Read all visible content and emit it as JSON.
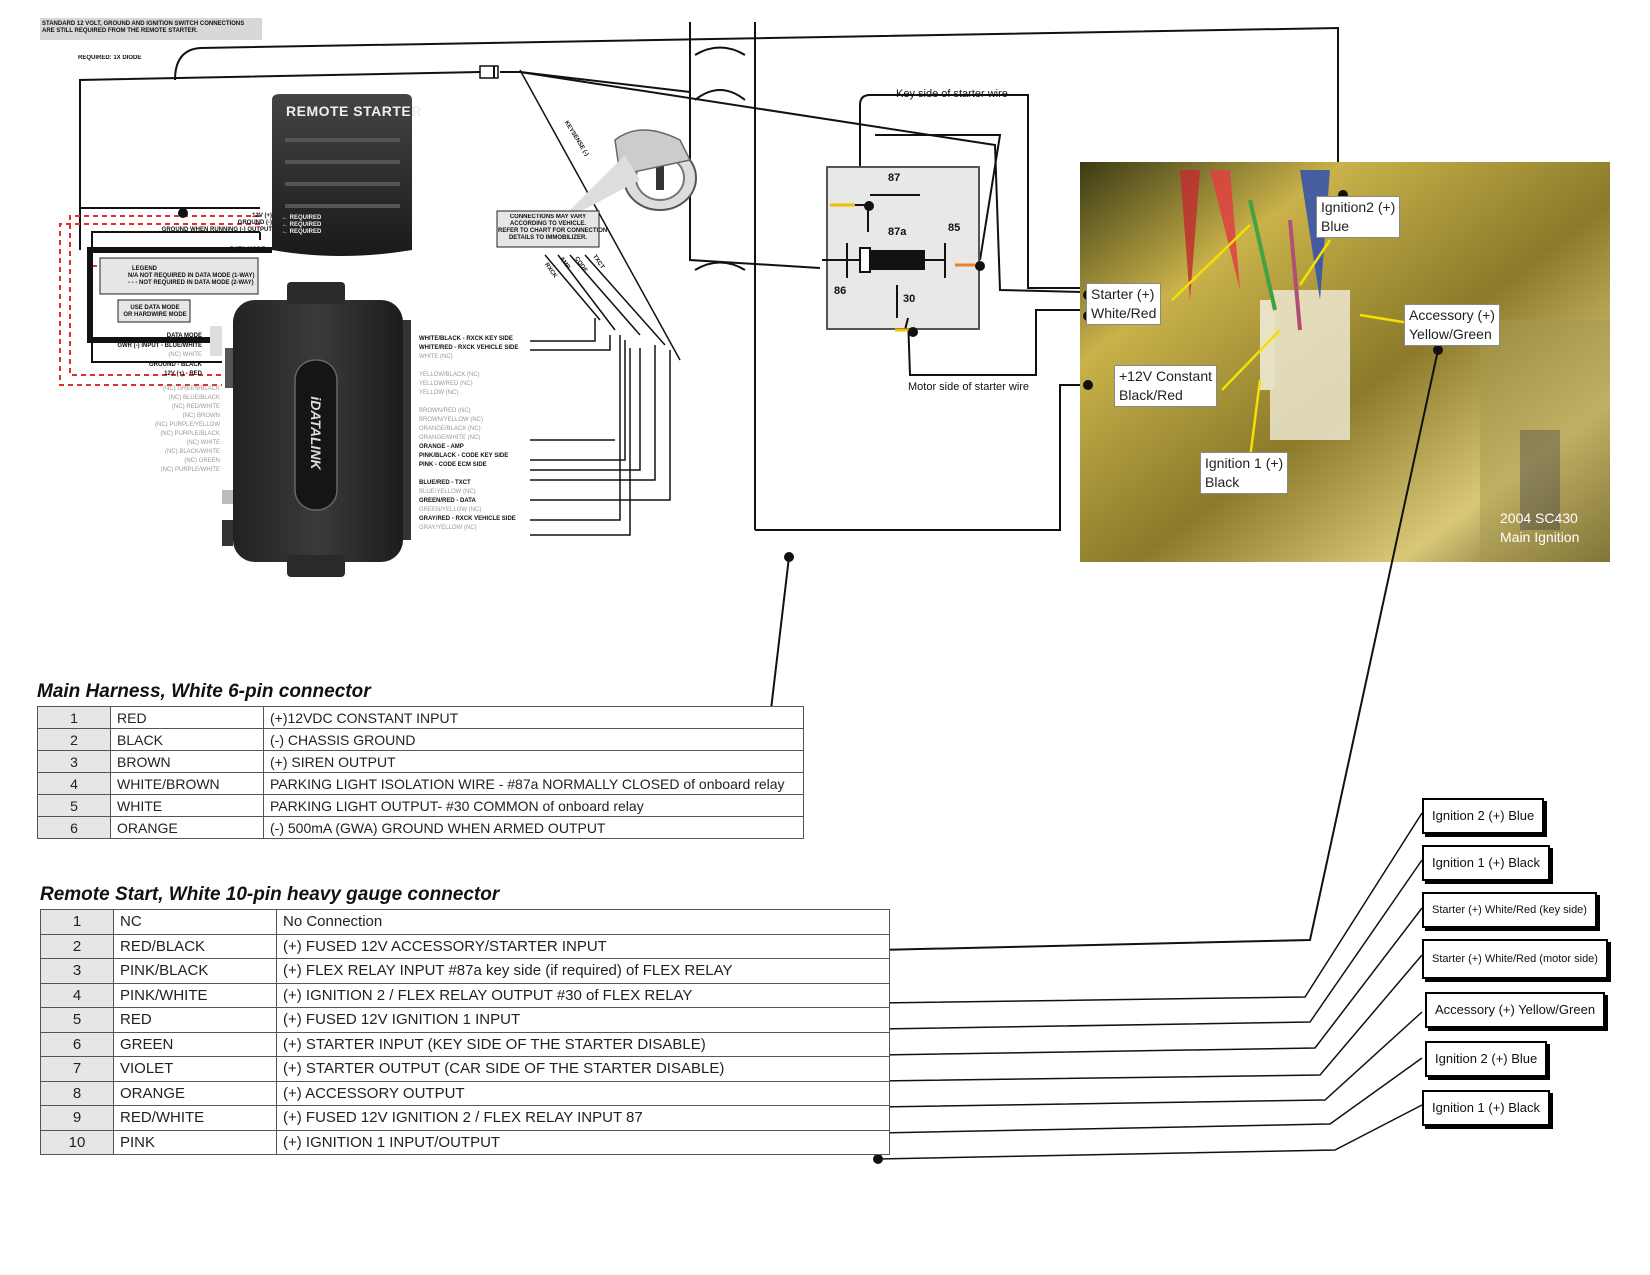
{
  "header_note": [
    "STANDARD 12 VOLT, GROUND AND IGNITION SWITCH CONNECTIONS",
    "ARE STILL REQUIRED FROM THE REMOTE STARTER."
  ],
  "diode_note": "REQUIRED: 1X DIODE",
  "remote_starter_label": "REMOTE STARTER",
  "remote_starter_wires": [
    {
      "label": "12V (+)",
      "req": "REQUIRED"
    },
    {
      "label": "GROUND (-)",
      "req": "REQUIRED"
    },
    {
      "label": "GROUND WHEN RUNNING (-) OUTPUT",
      "req": "REQUIRED"
    }
  ],
  "data_mode_label": "DATA MODE",
  "legend": {
    "title": "LEGEND",
    "na_prefix": "N/A",
    "row1": "NOT REQUIRED IN DATA MODE (1-WAY)",
    "row2": "NOT REQUIRED IN DATA MODE (2-WAY)"
  },
  "use_data_mode": [
    "USE DATA MODE",
    "OR HARDWIRE MODE"
  ],
  "module_brand": "iDATALINK",
  "module_left_wires": [
    "DATA MODE",
    "GWR (-) INPUT - BLUE/WHITE",
    "(NC) WHITE",
    "GROUND - BLACK",
    "12V (+) - RED"
  ],
  "module_left_nc": [
    "(NC) GREEN/BLACK",
    "(NC) BLUE/BLACK",
    "(NC) RED/WHITE",
    "(NC) BROWN",
    "(NC) PURPLE/YELLOW",
    "(NC) PURPLE/BLACK",
    "(NC) WHITE",
    "(NC) BLACK/WHITE",
    "(NC) GREEN",
    "(NC) PURPLE/WHITE"
  ],
  "module_right_wires": [
    {
      "t": "WHITE/BLACK - RXCK KEY SIDE",
      "bold": true
    },
    {
      "t": "WHITE/RED - RXCK VEHICLE SIDE",
      "bold": true
    },
    {
      "t": "WHITE (NC)",
      "bold": false
    },
    {
      "t": "",
      "bold": false
    },
    {
      "t": "YELLOW/BLACK (NC)",
      "bold": false
    },
    {
      "t": "YELLOW/RED (NC)",
      "bold": false
    },
    {
      "t": "YELLOW (NC)",
      "bold": false
    },
    {
      "t": "",
      "bold": false
    },
    {
      "t": "BROWN/RED (NC)",
      "bold": false
    },
    {
      "t": "BROWN/YELLOW (NC)",
      "bold": false
    },
    {
      "t": "ORANGE/BLACK (NC)",
      "bold": false
    },
    {
      "t": "ORANGE/WHITE (NC)",
      "bold": false
    },
    {
      "t": "ORANGE - AMP",
      "bold": true
    },
    {
      "t": "PINK/BLACK - CODE KEY SIDE",
      "bold": true
    },
    {
      "t": "PINK - CODE ECM SIDE",
      "bold": true
    },
    {
      "t": "",
      "bold": false
    },
    {
      "t": "BLUE/RED - TXCT",
      "bold": true
    },
    {
      "t": "BLUE/YELLOW (NC)",
      "bold": false
    },
    {
      "t": "GREEN/RED - DATA",
      "bold": true
    },
    {
      "t": "GREEN/YELLOW (NC)",
      "bold": false
    },
    {
      "t": "GRAY/RED - RXCK VEHICLE SIDE",
      "bold": true
    },
    {
      "t": "GRAY/YELLOW (NC)",
      "bold": false
    }
  ],
  "keysense_label": "KEYSENSE (-)",
  "connections_note": [
    "CONNECTIONS MAY VARY",
    "ACCORDING TO VEHICLE.",
    "REFER TO CHART FOR CONNECTION",
    "DETAILS TO IMMOBILIZER."
  ],
  "immobilizer_labels": [
    "RXCK",
    "AMP",
    "CODE",
    "TXCT"
  ],
  "relay": {
    "top_label": "Key side of starter wire",
    "bottom_label": "Motor side of starter wire",
    "pins": [
      "87",
      "87a",
      "85",
      "86",
      "30"
    ]
  },
  "photo_callouts": [
    {
      "name": "ignition2-blue",
      "lines": [
        "Ignition2 (+)",
        "Blue"
      ]
    },
    {
      "name": "starter-white-red",
      "lines": [
        "Starter (+)",
        "White/Red"
      ]
    },
    {
      "name": "accessory-yellow-green",
      "lines": [
        "Accessory (+)",
        "Yellow/Green"
      ]
    },
    {
      "name": "constant-black-red",
      "lines": [
        "+12V Constant",
        "Black/Red"
      ]
    },
    {
      "name": "ignition1-black",
      "lines": [
        "Ignition 1 (+)",
        "Black"
      ]
    },
    {
      "name": "photo-caption",
      "lines": [
        "2004 SC430",
        "Main Ignition"
      ]
    }
  ],
  "main_harness": {
    "title": "Main Harness, White 6-pin connector",
    "rows": [
      [
        "1",
        "RED",
        "(+)12VDC CONSTANT INPUT"
      ],
      [
        "2",
        "BLACK",
        "(-) CHASSIS GROUND"
      ],
      [
        "3",
        "BROWN",
        "(+) SIREN OUTPUT"
      ],
      [
        "4",
        "WHITE/BROWN",
        "PARKING LIGHT  ISOLATION WIRE - #87a NORMALLY CLOSED of onboard relay"
      ],
      [
        "5",
        "WHITE",
        "PARKING LIGHT OUTPUT- #30 COMMON of onboard relay"
      ],
      [
        "6",
        "ORANGE",
        "(-) 500mA (GWA) GROUND WHEN ARMED OUTPUT"
      ]
    ]
  },
  "remote_start": {
    "title": "Remote Start, White 10-pin heavy gauge connector",
    "rows": [
      [
        "1",
        "NC",
        "No Connection"
      ],
      [
        "2",
        "RED/BLACK",
        "(+) FUSED 12V ACCESSORY/STARTER INPUT"
      ],
      [
        "3",
        "PINK/BLACK",
        "(+) FLEX RELAY INPUT #87a key side (if required) of FLEX RELAY"
      ],
      [
        "4",
        "PINK/WHITE",
        "(+) IGNITION 2 / FLEX RELAY OUTPUT #30 of FLEX RELAY"
      ],
      [
        "5",
        "RED",
        "(+) FUSED 12V IGNITION 1 INPUT"
      ],
      [
        "6",
        "GREEN",
        "(+) STARTER INPUT (KEY SIDE OF THE STARTER DISABLE)"
      ],
      [
        "7",
        "VIOLET",
        "(+) STARTER OUTPUT  (CAR SIDE OF THE STARTER DISABLE)"
      ],
      [
        "8",
        "ORANGE",
        "(+) ACCESSORY OUTPUT"
      ],
      [
        "9",
        "RED/WHITE",
        "(+) FUSED 12V IGNITION 2 / FLEX RELAY INPUT 87"
      ],
      [
        "10",
        "PINK",
        "(+) IGNITION 1 INPUT/OUTPUT"
      ]
    ]
  },
  "right_labels": [
    "Ignition 2 (+) Blue",
    "Ignition 1 (+) Black",
    "Starter (+) White/Red (key side)",
    "Starter (+) White/Red (motor side)",
    "Accessory (+) Yellow/Green",
    "Ignition 2 (+) Blue",
    "Ignition 1 (+) Black"
  ],
  "colors": {
    "dashed_red": "#e03030",
    "relay_yellow": "#f0c000",
    "relay_orange": "#f08020"
  }
}
